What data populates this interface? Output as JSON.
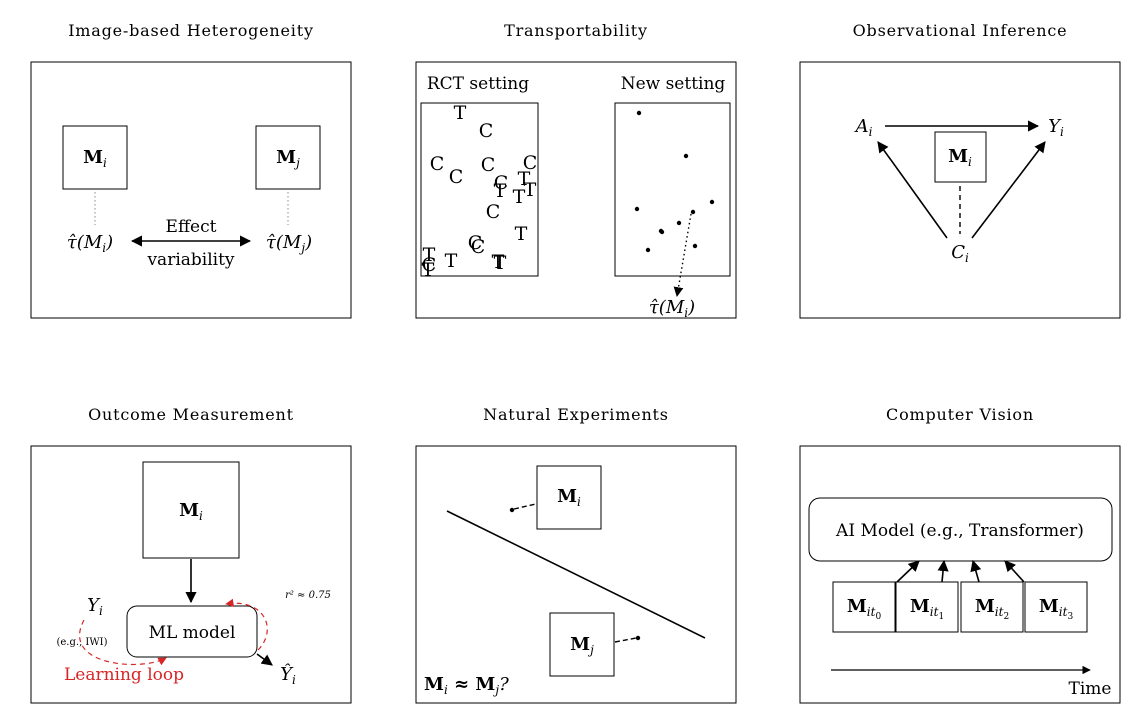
{
  "titles": {
    "p1": "Image-based Heterogeneity",
    "p2": "Transportability",
    "p3": "Observational Inference",
    "p4": "Outcome Measurement",
    "p5": "Natural Experiments",
    "p6": "Computer Vision"
  },
  "p1": {
    "mi": "M",
    "mi_sub": "i",
    "mj": "M",
    "mj_sub": "j",
    "tau_i": "τ̂(M",
    "tau_i_sub": "i",
    "tau_j": "τ̂(M",
    "tau_j_sub": "j",
    "close": ")",
    "effect": "Effect",
    "variability": "variability"
  },
  "p2": {
    "rct_label": "RCT setting",
    "new_label": "New setting",
    "tau": "τ̂(M",
    "tau_sub": "i",
    "close": ")",
    "rct_points": [
      {
        "t": "T"
      },
      {
        "t": "C"
      },
      {
        "t": "C"
      },
      {
        "t": "C"
      },
      {
        "t": "C"
      },
      {
        "t": "C"
      },
      {
        "t": "T"
      },
      {
        "t": "C"
      },
      {
        "t": "T"
      },
      {
        "t": "T"
      },
      {
        "t": "T"
      },
      {
        "t": "C"
      },
      {
        "t": "T"
      },
      {
        "t": "C"
      },
      {
        "t": "C"
      },
      {
        "t": "T"
      },
      {
        "t": "C"
      },
      {
        "t": "T"
      },
      {
        "t": "T"
      },
      {
        "t": "T"
      },
      {
        "t": "T"
      }
    ]
  },
  "p3": {
    "a": "A",
    "a_sub": "i",
    "y": "Y",
    "y_sub": "i",
    "m": "M",
    "m_sub": "i",
    "c": "C",
    "c_sub": "i"
  },
  "p4": {
    "m": "M",
    "m_sub": "i",
    "ml": "ML model",
    "y": "Y",
    "y_sub": "i",
    "example": "(e.g., IWI)",
    "r2": "r² ≈ 0.75",
    "loop": "Learning loop",
    "yhat": "Ŷ",
    "yhat_sub": "i",
    "loop_color": "#d62728"
  },
  "p5": {
    "mi": "M",
    "mi_sub": "i",
    "mj": "M",
    "mj_sub": "j",
    "question": "M",
    "q_sub_i": "i",
    "q_mid": " ≈ M",
    "q_sub_j": "j",
    "q_end": "?"
  },
  "p6": {
    "model": "AI Model (e.g., Transformer)",
    "frames": [
      {
        "m": "M",
        "sub": "it",
        "subsub": "0"
      },
      {
        "m": "M",
        "sub": "it",
        "subsub": "1"
      },
      {
        "m": "M",
        "sub": "it",
        "subsub": "2"
      },
      {
        "m": "M",
        "sub": "it",
        "subsub": "3"
      }
    ],
    "time": "Time"
  }
}
